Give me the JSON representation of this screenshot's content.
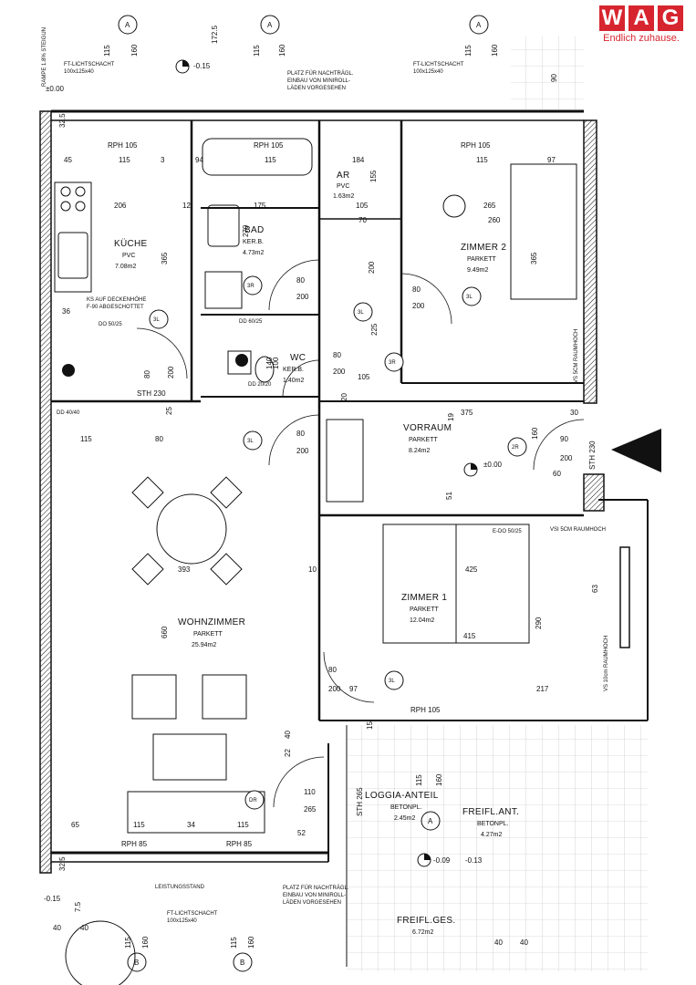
{
  "brand": {
    "letters": [
      "W",
      "A",
      "G"
    ],
    "slogan": "Endlich zuhause.",
    "color": "#d7252f"
  },
  "rooms": {
    "kueche": {
      "name": "KÜCHE",
      "floor": "PVC",
      "area": "7.08m2"
    },
    "bad": {
      "name": "BAD",
      "floor": "KER.B.",
      "area": "4.73m2"
    },
    "ar": {
      "name": "AR",
      "floor": "PVC",
      "area": "1.63m2"
    },
    "zimmer2": {
      "name": "ZIMMER 2",
      "floor": "PARKETT",
      "area": "9.49m2"
    },
    "wc": {
      "name": "WC",
      "floor": "KER.B.",
      "area": "1.40m2"
    },
    "vorraum": {
      "name": "VORRAUM",
      "floor": "PARKETT",
      "area": "8.24m2"
    },
    "zimmer1": {
      "name": "ZIMMER 1",
      "floor": "PARKETT",
      "area": "12.04m2"
    },
    "wohnzimmer": {
      "name": "WOHNZIMMER",
      "floor": "PARKETT",
      "area": "25.94m2"
    },
    "loggia": {
      "name": "LOGGIA-ANTEIL",
      "floor": "BETONPL.",
      "area": "2.45m2"
    },
    "freifl_ant": {
      "name": "FREIFL.ANT.",
      "floor": "BETONPL.",
      "area": "4.27m2"
    },
    "freifl_ges": {
      "name": "FREIFL.GES.",
      "area": "6.72m2"
    }
  },
  "notes": {
    "rampe": "RAMPE 1.8% STEIGUN",
    "lichtschacht": "FT-LICHTSCHACHT",
    "lichtschacht_size": "100x125x40",
    "rollladen": "PLATZ FÜR NACHTRÄGL.",
    "rollladen2": "EINBAU VON MINIROLL-",
    "rollladen3": "LÄDEN VORGESEHEN",
    "deckenhoehe": "KS AUF DECKENHÖHE",
    "abgeschottet": "F-90 ABGESCHOTTET",
    "vs_raumhoch_1": "VS 5CM RAUMHOCH",
    "vs_raumhoch_2": "VSI 5CM RAUMHOCH",
    "vs_raumhoch_3": "VS 10cm RAUMHOCH",
    "leistung": "LEISTUNGSSTAND",
    "sth230": "STH 230",
    "sth265": "STH 265",
    "do": "DO 50/25",
    "do2": "DD 60/25",
    "dd": "DD 40/40",
    "dd2": "DD 20/20",
    "edo": "E-DO 50/25",
    "lev1": "±0.00",
    "lev2": "-0.15",
    "lev3": "±0.00",
    "lev4": "-0.09",
    "lev5": "-0.13",
    "lev6": "-0.15",
    "lev7": "-0.15"
  },
  "rph": {
    "r1": "RPH 105",
    "r2": "RPH 105",
    "r3": "RPH 105",
    "r4": "RPH 105",
    "r5": "RPH 85",
    "r6": "RPH 85"
  },
  "doors": {
    "d1": "3L",
    "d2": "3R",
    "d3": "3L",
    "d4": "3L",
    "d5": "3R",
    "d6": "3L",
    "d7": "2R",
    "d8": "3L",
    "d9": "DR"
  },
  "sections": {
    "a": "A",
    "b": "B"
  },
  "dims": {
    "d115": "115",
    "d160": "160",
    "d1725": "172.5",
    "d105": "105",
    "d45": "45",
    "d3": "3",
    "d94": "94",
    "d184": "184",
    "d97": "97",
    "d206": "206",
    "d12": "12",
    "d175": "175",
    "d10": "10",
    "d265": "265",
    "d270": "270",
    "d155": "155",
    "d70": "70",
    "d260": "260",
    "d365": "365",
    "d80": "80",
    "d200": "200",
    "d36": "36",
    "d25": "25",
    "d90": "90",
    "d375": "375",
    "d30": "30",
    "d19": "19",
    "d60": "60",
    "d393": "393",
    "d425": "425",
    "d660": "660",
    "d290": "290",
    "d415": "415",
    "d217": "217",
    "d110": "110",
    "d65": "65",
    "d34": "34",
    "d52": "52",
    "d40": "40",
    "d51": "51",
    "d63": "63",
    "d15": "15",
    "d22": "22",
    "d20": "20",
    "d140": "140",
    "d100": "100",
    "d225": "225",
    "d325": "32.5",
    "d75": "7.5"
  }
}
